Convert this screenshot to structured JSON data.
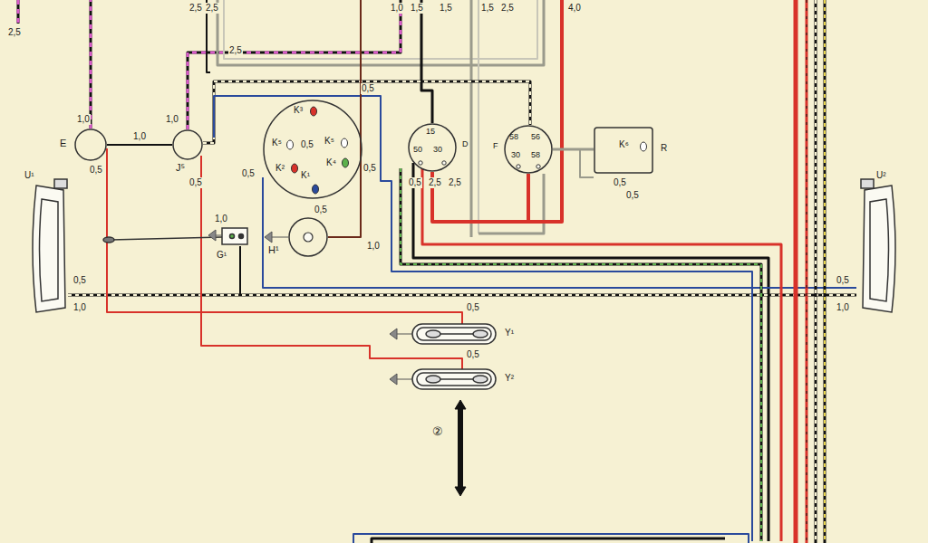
{
  "diagram": {
    "nodes": [
      {
        "text": [
          "E"
        ]
      },
      {
        "text": [
          "J⁵"
        ]
      },
      {
        "text": [
          "K³",
          "K⁵",
          "0,5",
          "K⁵",
          "K²",
          "K¹",
          "K⁴"
        ]
      },
      {
        "text": [
          "15",
          "50",
          "30",
          "D"
        ]
      },
      {
        "text": [
          "F",
          "58",
          "56",
          "30",
          "58"
        ]
      },
      {
        "text": [
          "K⁶",
          "R"
        ]
      },
      {
        "text": [
          "H¹"
        ]
      }
    ],
    "edges": [
      {
        "from": 0,
        "to": 1,
        "label": "1,0",
        "arrow": "none"
      },
      {
        "from": 3,
        "to": 4,
        "arrow": "none"
      },
      {
        "from": 4,
        "to": 5,
        "arrow": "none"
      }
    ],
    "labels": [
      "2,5",
      "2,5",
      "2,5",
      "1,0",
      "1,5",
      "1,5",
      "1,5",
      "2,5",
      "4,0",
      "2,5",
      "1,0",
      "1,0",
      "0,5",
      "0,5",
      "0,5",
      "0,5",
      "0,5",
      "0,5",
      "0,5",
      "2,5",
      "2,5",
      "1,0",
      "1,0",
      "0,5",
      "0,5",
      "0,5",
      "1,0",
      "0,5",
      "1,0",
      "0,5",
      "0,5",
      "U¹",
      "U²",
      "G¹",
      "Y¹",
      "Y²",
      "②"
    ]
  }
}
